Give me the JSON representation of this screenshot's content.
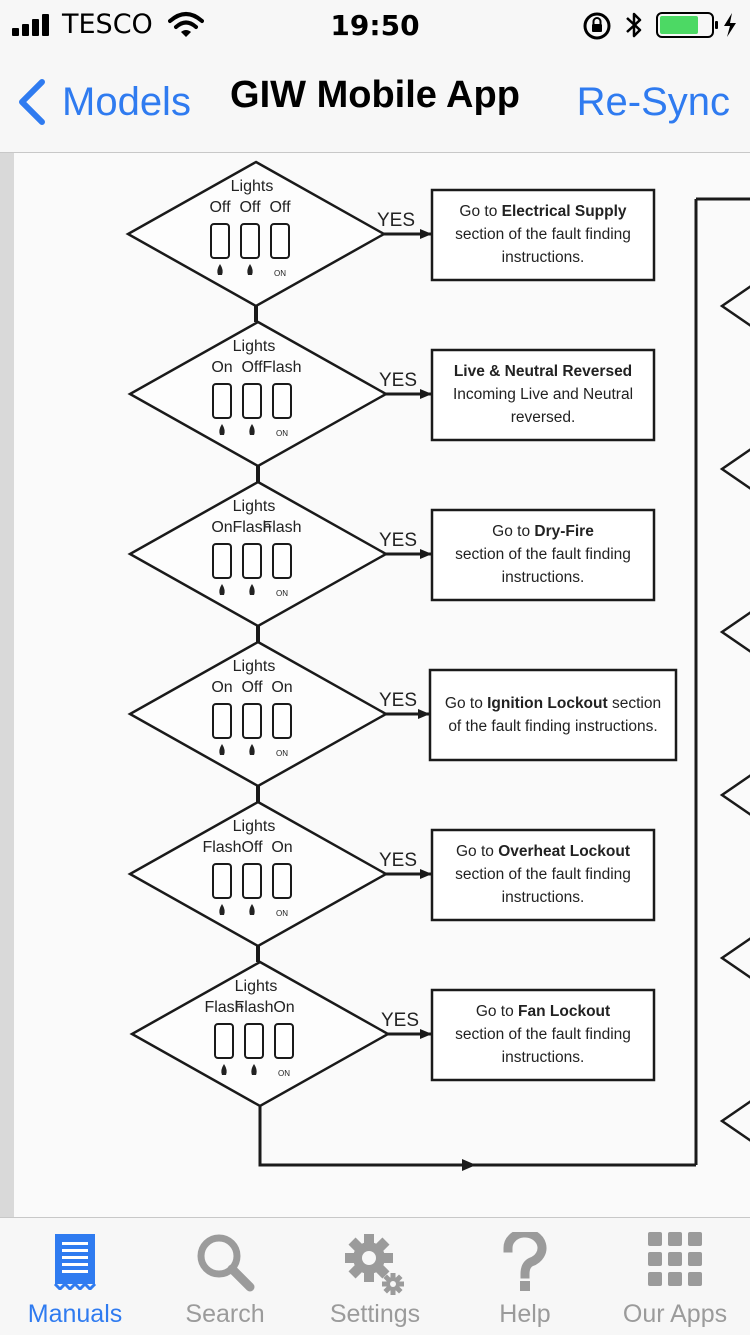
{
  "status_bar": {
    "carrier": "TESCO",
    "time": "19:50"
  },
  "nav": {
    "back_label": "Models",
    "title": "GIW Mobile App",
    "right_label": "Re-Sync"
  },
  "flowchart": {
    "lights_label": "Lights",
    "yes_label": "YES",
    "on_label": "ON",
    "steps": [
      {
        "states": [
          "Off",
          "Off",
          "Off"
        ],
        "result_lines": [
          {
            "text": "Go to ",
            "bold": "Electrical Supply"
          },
          {
            "text": "section of the fault finding"
          },
          {
            "text": "instructions."
          }
        ]
      },
      {
        "states": [
          "On",
          "Off",
          "Flash"
        ],
        "result_lines": [
          {
            "text": "",
            "bold": "Live & Neutral Reversed"
          },
          {
            "text": "Incoming Live and Neutral"
          },
          {
            "text": "reversed."
          }
        ]
      },
      {
        "states": [
          "On",
          "Flash",
          "Flash"
        ],
        "result_lines": [
          {
            "text": "Go to ",
            "bold": "Dry-Fire"
          },
          {
            "text": "section of the fault finding"
          },
          {
            "text": "instructions."
          }
        ]
      },
      {
        "states": [
          "On",
          "Off",
          "On"
        ],
        "result_lines": [
          {
            "text": "Go to ",
            "bold": "Ignition Lockout",
            "after": " section"
          },
          {
            "text": "of the fault finding instructions."
          }
        ]
      },
      {
        "states": [
          "Flash",
          "Off",
          "On"
        ],
        "result_lines": [
          {
            "text": "Go to ",
            "bold": "Overheat Lockout"
          },
          {
            "text": "section of the fault finding"
          },
          {
            "text": "instructions."
          }
        ]
      },
      {
        "states": [
          "Flash",
          "Flash",
          "On"
        ],
        "result_lines": [
          {
            "text": "Go to ",
            "bold": "Fan Lockout"
          },
          {
            "text": "section of the fault finding"
          },
          {
            "text": "instructions."
          }
        ]
      }
    ]
  },
  "tabs": [
    {
      "label": "Manuals",
      "icon": "manual-icon",
      "active": true
    },
    {
      "label": "Search",
      "icon": "search-icon",
      "active": false
    },
    {
      "label": "Settings",
      "icon": "gear-icon",
      "active": false
    },
    {
      "label": "Help",
      "icon": "help-icon",
      "active": false
    },
    {
      "label": "Our Apps",
      "icon": "apps-grid-icon",
      "active": false
    }
  ],
  "colors": {
    "accent": "#2f7bf0",
    "inactive": "#9b9b9b",
    "battery": "#4cd964"
  }
}
